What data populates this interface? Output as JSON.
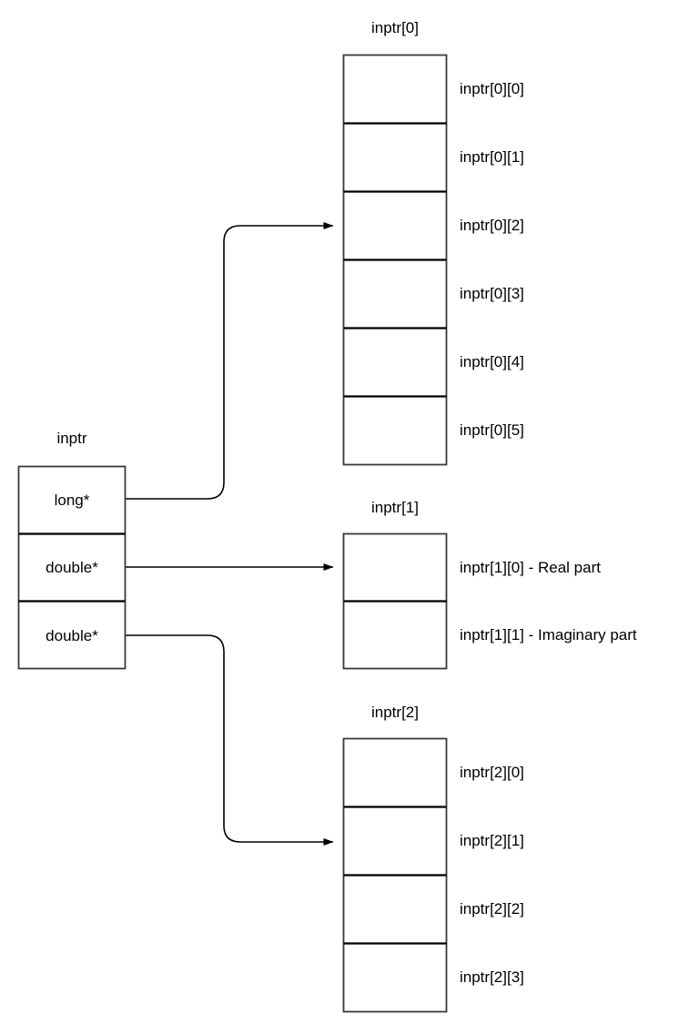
{
  "diagram": {
    "title_label": "inptr",
    "pointer_struct": {
      "name": "inptr",
      "cells": [
        {
          "label": "long*"
        },
        {
          "label": "double*"
        },
        {
          "label": "double*"
        }
      ]
    },
    "arrays": [
      {
        "name": "inptr[0]",
        "cells": [
          {
            "label": "inptr[0][0]"
          },
          {
            "label": "inptr[0][1]"
          },
          {
            "label": "inptr[0][2]"
          },
          {
            "label": "inptr[0][3]"
          },
          {
            "label": "inptr[0][4]"
          },
          {
            "label": "inptr[0][5]"
          }
        ]
      },
      {
        "name": "inptr[1]",
        "cells": [
          {
            "label": "inptr[1][0] - Real part"
          },
          {
            "label": "inptr[1][1] - Imaginary part"
          }
        ]
      },
      {
        "name": "inptr[2]",
        "cells": [
          {
            "label": "inptr[2][0]"
          },
          {
            "label": "inptr[2][1]"
          },
          {
            "label": "inptr[2][2]"
          },
          {
            "label": "inptr[2][3]"
          }
        ]
      }
    ],
    "colors": {
      "stroke": "#000000",
      "background": "#ffffff",
      "text": "#000000"
    }
  }
}
